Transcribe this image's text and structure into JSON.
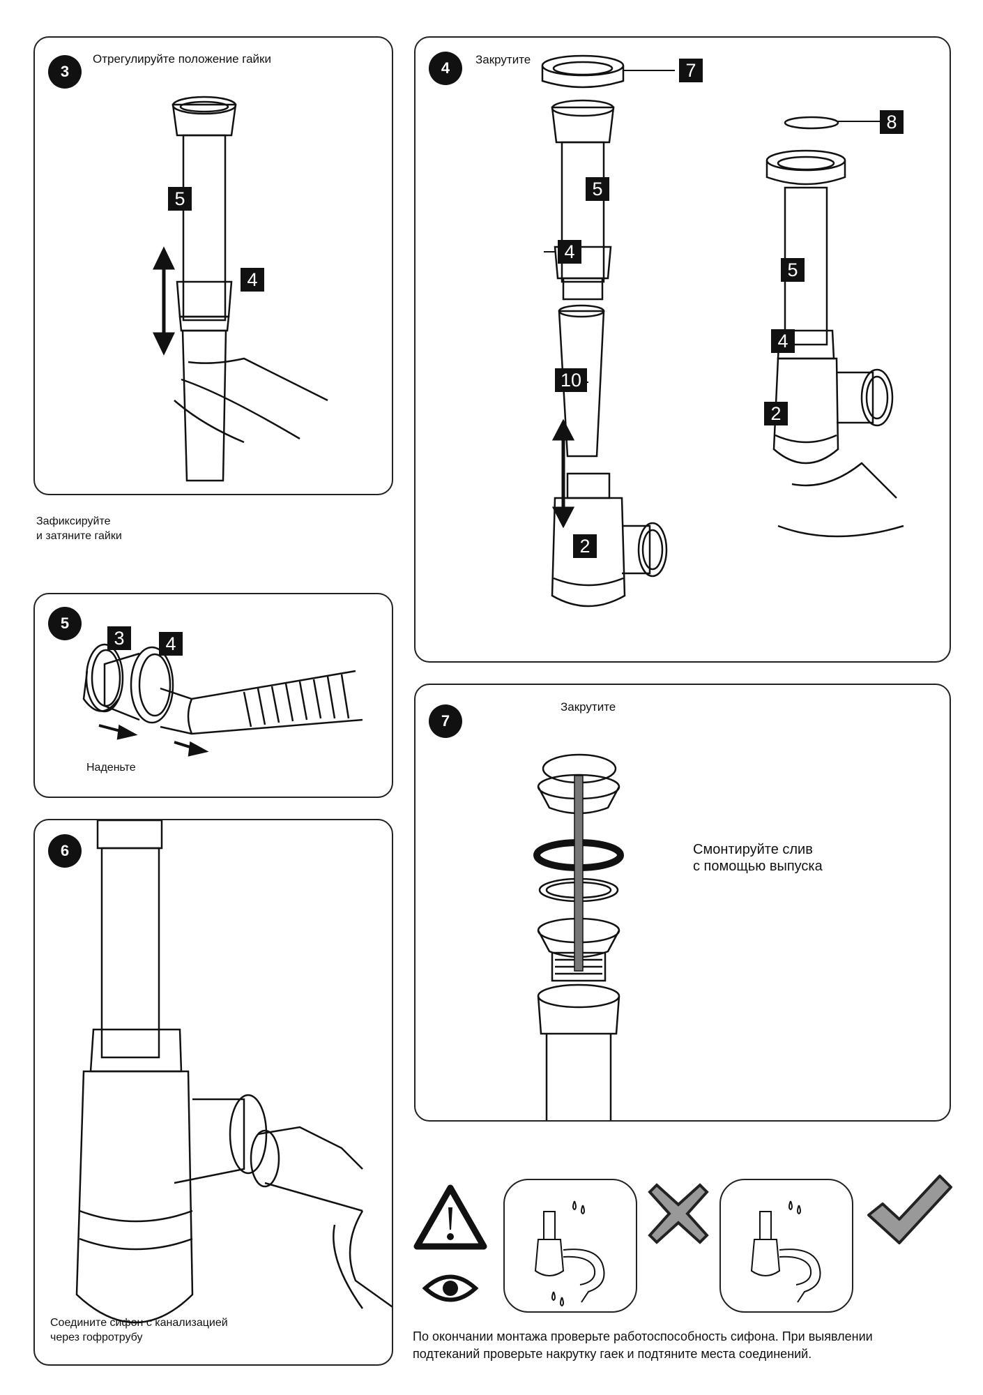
{
  "panel3": {
    "step": "3",
    "title": "Отрегулируйте положение гайки",
    "tags": [
      "5",
      "4"
    ]
  },
  "between": {
    "line1": "Зафиксируйте",
    "line2": "и затяните гайки"
  },
  "panel4": {
    "step": "4",
    "title": "Закрутите",
    "tags": [
      "7",
      "8",
      "5",
      "4",
      "10",
      "2",
      "5",
      "4",
      "2"
    ]
  },
  "panel5": {
    "step": "5",
    "caption": "Наденьте",
    "tags": [
      "3",
      "4"
    ]
  },
  "panel6": {
    "step": "6",
    "caption1": "Соедините сифон с канализацией",
    "caption2": "через гофротрубу"
  },
  "panel7": {
    "step": "7",
    "title": "Закрутите",
    "text1": "Смонтируйте слив",
    "text2": "с помощью выпуска"
  },
  "warning": {
    "line1": "По окончании монтажа проверьте работоспособность сифона. При выявлении",
    "line2": "подтеканий проверьте накрутку гаек и подтяните места соединений."
  },
  "icons": [
    "warning-triangle-icon",
    "eye-icon",
    "cross-icon",
    "check-icon"
  ]
}
